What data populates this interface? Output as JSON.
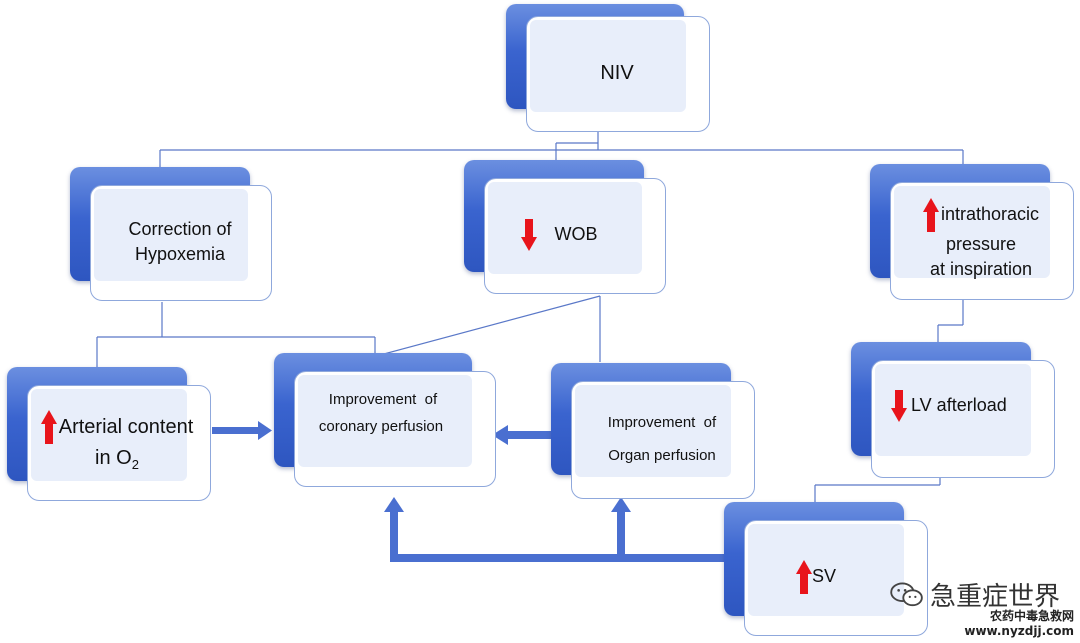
{
  "nodes": {
    "niv": {
      "text": "NIV"
    },
    "hypoxemia": {
      "line1": "Correction of",
      "line2": "Hypoxemia"
    },
    "wob": {
      "text": "WOB",
      "arrow": "down"
    },
    "intrathoracic": {
      "line1": "intrathoracic",
      "line2": "pressure",
      "line3": "at inspiration",
      "arrow": "up"
    },
    "arterial": {
      "line1": "Arterial content",
      "line2_main": "in O",
      "line2_sub": "2",
      "arrow": "up"
    },
    "coronary": {
      "line1": "Improvement  of",
      "line2": "coronary perfusion"
    },
    "organ": {
      "line1": "Improvement  of",
      "line2": "Organ perfusion"
    },
    "lv": {
      "text": "LV afterload",
      "arrow": "down"
    },
    "sv": {
      "text": "SV",
      "arrow": "up"
    }
  },
  "colors": {
    "arrow_red": "#e8141b",
    "box_blue": "#3a64cf",
    "connector_blue": "#4a6fc9",
    "flow_arrow": "#4a6fd0"
  },
  "watermark": {
    "brand": "急重症世界",
    "line1": "农药中毒急救网",
    "line2": "www.nyzdjj.com",
    "icon": "wechat-icon"
  }
}
